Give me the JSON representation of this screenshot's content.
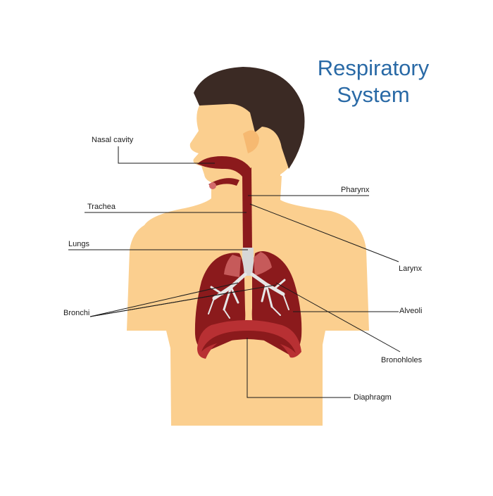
{
  "title": {
    "line1": "Respiratory",
    "line2": "System"
  },
  "labels": {
    "nasal_cavity": "Nasal cavity",
    "pharynx": "Pharynx",
    "trachea": "Trachea",
    "lungs": "Lungs",
    "larynx": "Larynx",
    "bronchi": "Bronchi",
    "alveoli": "Alveoli",
    "bronchioles": "Bronohloles",
    "diaphragm": "Diaphragm"
  },
  "colors": {
    "title": "#2a6aa6",
    "skin": "#fbcf8f",
    "hair": "#3b2a24",
    "lung": "#8b1a1c",
    "lung_light": "#d46a6a",
    "airway_gray": "#d7d7d7",
    "leader": "#1a1a1a"
  }
}
